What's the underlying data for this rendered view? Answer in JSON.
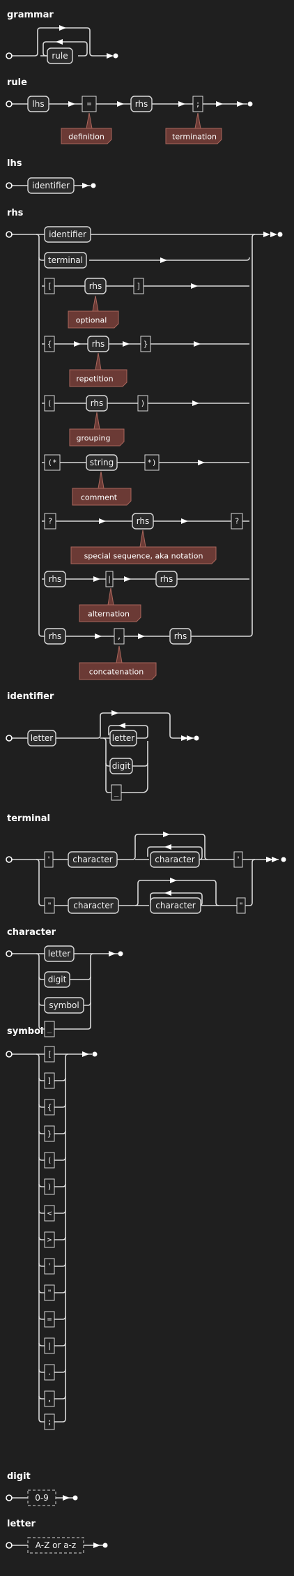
{
  "rules": [
    {
      "name": "grammar"
    },
    {
      "name": "rule"
    },
    {
      "name": "lhs"
    },
    {
      "name": "rhs"
    },
    {
      "name": "identifier"
    },
    {
      "name": "terminal"
    },
    {
      "name": "character"
    },
    {
      "name": "symbol"
    },
    {
      "name": "digit"
    },
    {
      "name": "letter"
    }
  ],
  "nodes": {
    "rule": "rule",
    "lhs": "lhs",
    "rhs": "rhs",
    "identifier": "identifier",
    "terminal": "terminal",
    "letter": "letter",
    "digit": "digit",
    "symbol": "symbol",
    "string": "string",
    "character": "character",
    "digit_range": "0-9",
    "letter_range": "A-Z or a-z"
  },
  "terminals": {
    "equals": "=",
    "semicolon": ";",
    "lbracket": "[",
    "rbracket": "]",
    "lbrace": "{",
    "rbrace": "}",
    "lparen": "(",
    "rparen": ")",
    "comment_open": "(*",
    "comment_close": "*)",
    "question": "?",
    "pipe": "|",
    "comma": ",",
    "underscore": "_",
    "squote": "'",
    "dquote": "\"",
    "lt": "<",
    "gt": ">",
    "period": "."
  },
  "notes": {
    "definition": "definition",
    "termination": "termination",
    "optional": "optional",
    "repetition": "repetition",
    "grouping": "grouping",
    "comment": "comment",
    "special": "special sequence, aka notation",
    "alternation": "alternation",
    "concatenation": "concatenation"
  },
  "colors": {
    "background": "#1f1f1f",
    "line": "#d9d9d9",
    "note_fill": "#6b3a35",
    "note_border": "#a8665c"
  }
}
